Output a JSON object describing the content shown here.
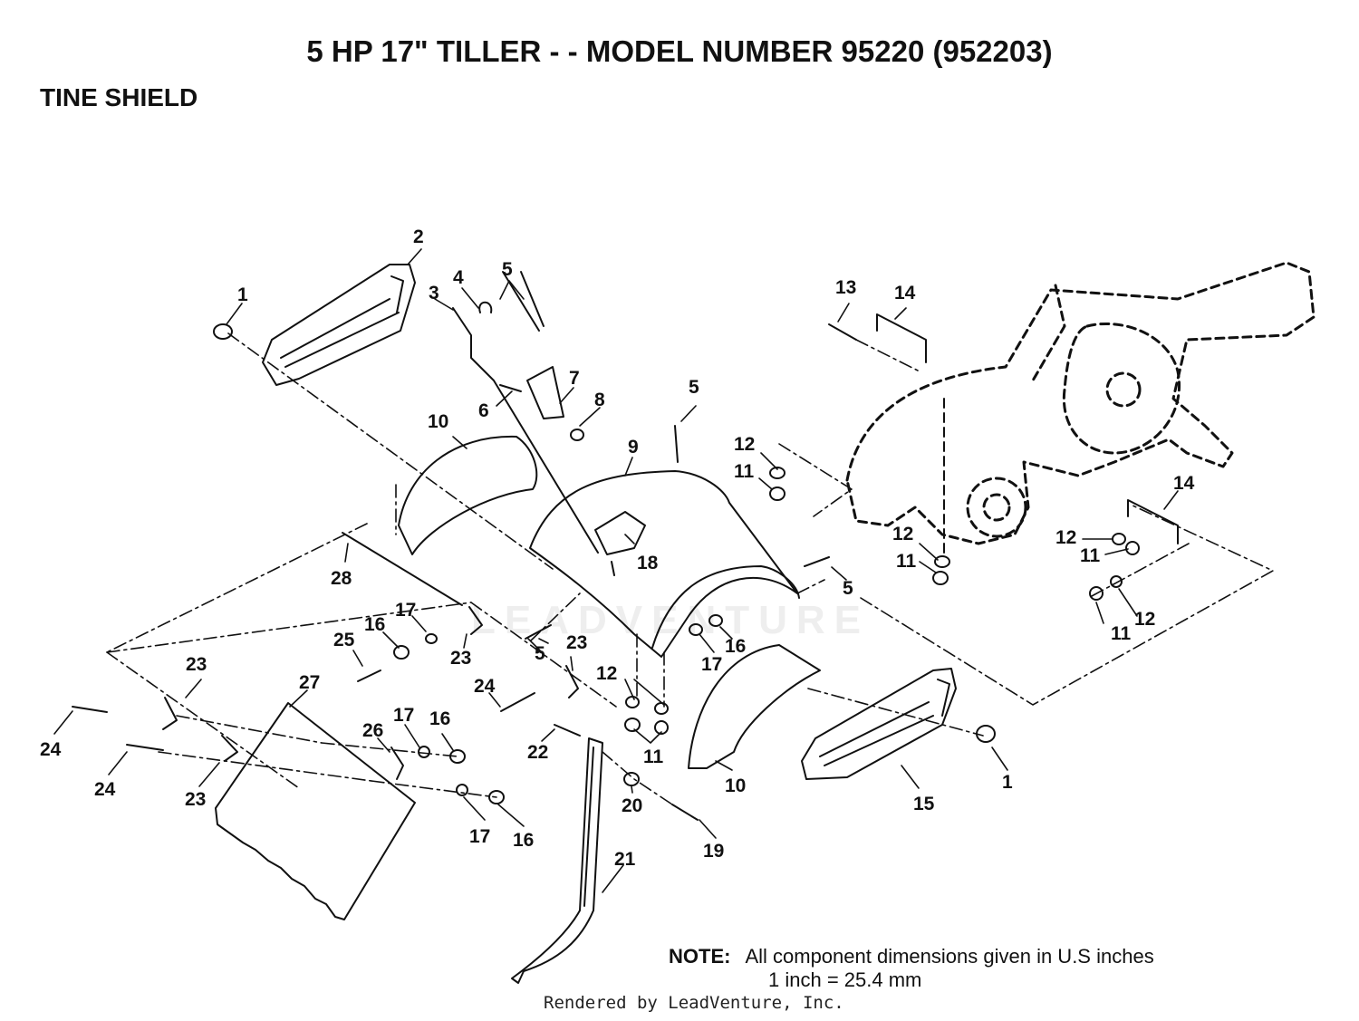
{
  "header": {
    "title": "5 HP 17\" TILLER - - MODEL NUMBER 95220 (952203)",
    "section": "TINE SHIELD"
  },
  "watermark": "LEADVENTURE",
  "note": {
    "label": "NOTE:",
    "line1": "All component dimensions given in U.S  inches",
    "line2": "1 inch = 25.4 mm"
  },
  "credit": "Rendered by LeadVenture, Inc.",
  "callouts": [
    {
      "id": "c1a",
      "text": "1"
    },
    {
      "id": "c1b",
      "text": "1"
    },
    {
      "id": "c2",
      "text": "2"
    },
    {
      "id": "c3",
      "text": "3"
    },
    {
      "id": "c4",
      "text": "4"
    },
    {
      "id": "c5a",
      "text": "5"
    },
    {
      "id": "c5b",
      "text": "5"
    },
    {
      "id": "c5c",
      "text": "5"
    },
    {
      "id": "c5d",
      "text": "5"
    },
    {
      "id": "c6",
      "text": "6"
    },
    {
      "id": "c7",
      "text": "7"
    },
    {
      "id": "c8",
      "text": "8"
    },
    {
      "id": "c9",
      "text": "9"
    },
    {
      "id": "c10a",
      "text": "10"
    },
    {
      "id": "c10b",
      "text": "10"
    },
    {
      "id": "c11a",
      "text": "11"
    },
    {
      "id": "c11b",
      "text": "11"
    },
    {
      "id": "c11c",
      "text": "11"
    },
    {
      "id": "c11d",
      "text": "11"
    },
    {
      "id": "c11e",
      "text": "11"
    },
    {
      "id": "c12a",
      "text": "12"
    },
    {
      "id": "c12b",
      "text": "12"
    },
    {
      "id": "c12c",
      "text": "12"
    },
    {
      "id": "c12d",
      "text": "12"
    },
    {
      "id": "c12e",
      "text": "12"
    },
    {
      "id": "c13",
      "text": "13"
    },
    {
      "id": "c14a",
      "text": "14"
    },
    {
      "id": "c14b",
      "text": "14"
    },
    {
      "id": "c15",
      "text": "15"
    },
    {
      "id": "c16a",
      "text": "16"
    },
    {
      "id": "c16b",
      "text": "16"
    },
    {
      "id": "c16c",
      "text": "16"
    },
    {
      "id": "c16d",
      "text": "16"
    },
    {
      "id": "c17a",
      "text": "17"
    },
    {
      "id": "c17b",
      "text": "17"
    },
    {
      "id": "c17c",
      "text": "17"
    },
    {
      "id": "c17d",
      "text": "17"
    },
    {
      "id": "c18",
      "text": "18"
    },
    {
      "id": "c19",
      "text": "19"
    },
    {
      "id": "c20",
      "text": "20"
    },
    {
      "id": "c21",
      "text": "21"
    },
    {
      "id": "c22",
      "text": "22"
    },
    {
      "id": "c23a",
      "text": "23"
    },
    {
      "id": "c23b",
      "text": "23"
    },
    {
      "id": "c23c",
      "text": "23"
    },
    {
      "id": "c23d",
      "text": "23"
    },
    {
      "id": "c24a",
      "text": "24"
    },
    {
      "id": "c24b",
      "text": "24"
    },
    {
      "id": "c24c",
      "text": "24"
    },
    {
      "id": "c25",
      "text": "25"
    },
    {
      "id": "c26",
      "text": "26"
    },
    {
      "id": "c27",
      "text": "27"
    },
    {
      "id": "c28",
      "text": "28"
    }
  ]
}
